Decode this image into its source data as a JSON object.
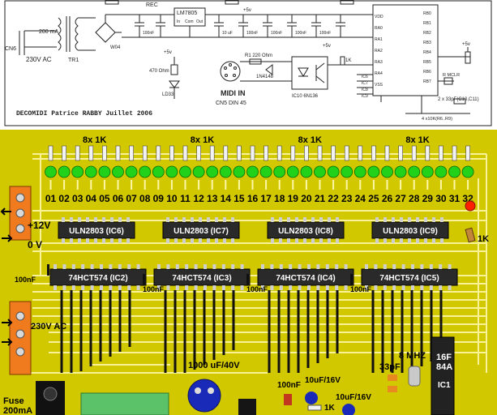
{
  "schematic": {
    "credit": "DECOMIDI   Patrice RABBY Juillet 2006",
    "power_in": "230V AC",
    "connector_power": "CN6",
    "transformer": "TR1",
    "fuse_rating": "200 mA",
    "bridge": "W04",
    "regulator_label": "REC",
    "regulator_part": "LM7805",
    "regulator_pins": [
      "In",
      "Com",
      "Out"
    ],
    "cap_100nf": "100nF",
    "cap_10uf": "10 uF",
    "resistor_470": "470 Ohm",
    "led_ref": "LD33",
    "r_220": "R1 220 Ohm",
    "diode": "1N4148",
    "midi_in": "MIDI IN",
    "midi_connector": "CN5 DIN 45",
    "optocoupler": "IC10 6N136",
    "supply": "+5v",
    "r_1k": "1K",
    "crystal_caps": "2 x 33pF(C10,C11)",
    "network": "4 x10K(R6..R9)",
    "r_mclr": "R MCLR",
    "bus_labels": [
      "IC6",
      "IC7",
      "IC8",
      "IC9"
    ],
    "mcu_pins_left": [
      "VDD",
      "RA0",
      "RA1",
      "RA2",
      "RA3",
      "RA4",
      "VSS"
    ],
    "mcu_pins_right": [
      "RB0",
      "RB1",
      "RB2",
      "RB3",
      "RB4",
      "RB5",
      "RB6",
      "RB7"
    ]
  },
  "pcb": {
    "resistor_groups": [
      "8x 1K",
      "8x 1K",
      "8x 1K",
      "8x 1K"
    ],
    "channels": [
      "01",
      "02",
      "03",
      "04",
      "05",
      "06",
      "07",
      "08",
      "09",
      "10",
      "11",
      "12",
      "13",
      "14",
      "15",
      "16",
      "17",
      "18",
      "19",
      "20",
      "21",
      "22",
      "23",
      "24",
      "25",
      "26",
      "27",
      "28",
      "29",
      "30",
      "31",
      "32"
    ],
    "voltage_12v": "+12V",
    "voltage_0v": "0 V",
    "drivers": [
      "ULN2803 (IC6)",
      "ULN2803 (IC7)",
      "ULN2803 (IC8)",
      "ULN2803 (IC9)"
    ],
    "latches": [
      "74HCT574 (IC2)",
      "74HCT574 (IC3)",
      "74HCT574 (IC4)",
      "74HCT574 (IC5)"
    ],
    "decoupling": [
      "100nF",
      "100nF",
      "100nF",
      "100nF"
    ],
    "resistor_1k": "1K",
    "ac_label": "230V AC",
    "crystal": "8 MHZ",
    "cap_33pf": "33pF",
    "mcu_marking": [
      "16F",
      "84A"
    ],
    "mcu_ref": "IC1",
    "big_cap": "1000 uF/40V",
    "cap_100nf_bottom": "100nF",
    "cap_10uf_a": "10uF/16V",
    "cap_10uf_b": "10uF/16V",
    "resistor_1k_b": "1K",
    "fuse_label": "Fuse",
    "fuse_value": "200mA"
  },
  "colors": {
    "board": "#d2c800",
    "copper": "#fff7a8",
    "led": "#22d21a",
    "chip": "#2a2a2a",
    "terminal": "#f07a1e",
    "relay": "#5cc26a",
    "capacitor": "#1a2ab8",
    "indicator": "#ff2000"
  }
}
